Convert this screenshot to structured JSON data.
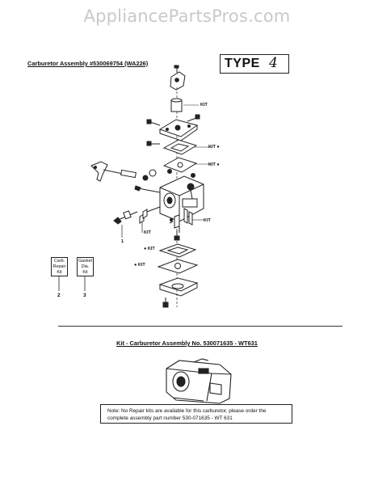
{
  "watermark": "AppliancePartsPros.com",
  "section1": {
    "title": "Carburetor Assembly #530069754 (WA226)",
    "type_label": "TYPE",
    "type_value": "4"
  },
  "callouts": {
    "kit": "KIT",
    "kit_dot": "KIT ●",
    "dot_kit": "● KIT"
  },
  "kit_boxes": [
    {
      "lines": [
        "Carb.",
        "Repair",
        "Kit"
      ],
      "ref": "2"
    },
    {
      "lines": [
        "Gasket",
        "Dia.",
        "Kit"
      ],
      "ref": "3"
    }
  ],
  "part_ref_1": "1",
  "section2": {
    "title": "Kit - Carburetor Assembly No. 530071635 - WT631",
    "note_line1": "Note: No Repair kits are available for this carburetor, please order the",
    "note_line2": "complete assembly part number 530-071635 - WT 631"
  }
}
